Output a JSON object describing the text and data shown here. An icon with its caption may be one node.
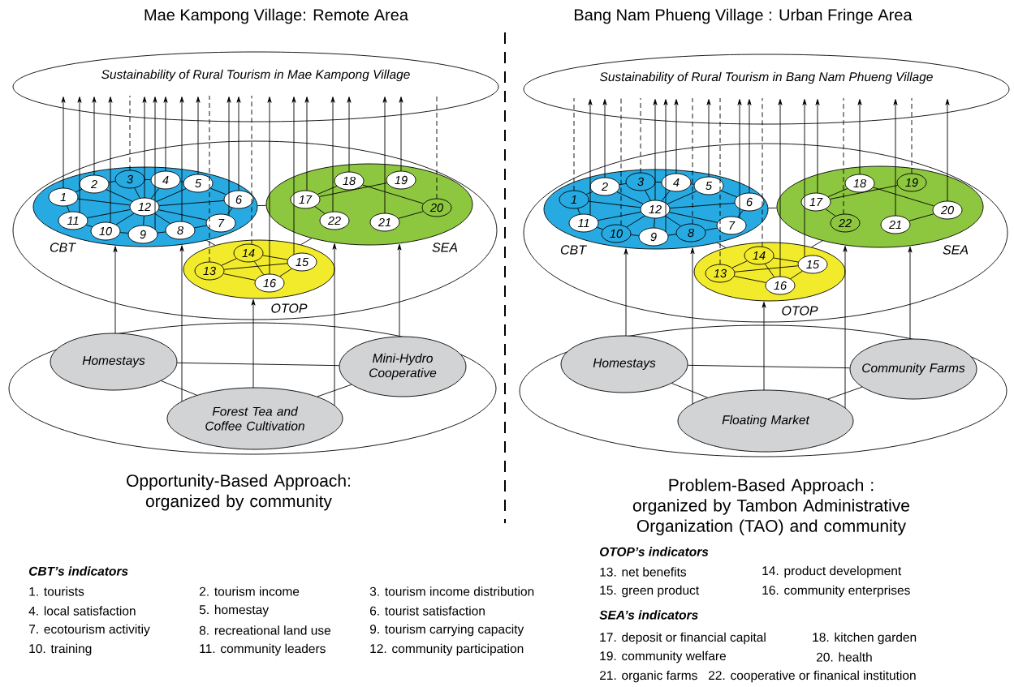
{
  "diagram": {
    "nodes": [
      {
        "text": [
          "Sustainability of Rural Tourism in Mae Kampong Village"
        ]
      },
      {
        "text": [],
        "shape": "ellipse"
      },
      {
        "text": [
          "CBT"
        ],
        "in": 1
      },
      {
        "text": [
          "SEA"
        ],
        "in": 1
      },
      {
        "text": [
          "OTOP"
        ],
        "in": 1
      },
      {
        "text": [
          "1"
        ],
        "in": 2
      },
      {
        "text": [
          "2"
        ],
        "in": 2
      },
      {
        "text": [
          "3"
        ],
        "in": 2
      },
      {
        "text": [
          "4"
        ],
        "in": 2
      },
      {
        "text": [
          "5"
        ],
        "in": 2
      },
      {
        "text": [
          "6"
        ],
        "in": 2
      },
      {
        "text": [
          "7"
        ],
        "in": 2
      },
      {
        "text": [
          "8"
        ],
        "in": 2
      },
      {
        "text": [
          "9"
        ],
        "in": 2
      },
      {
        "text": [
          "10"
        ],
        "in": 2
      },
      {
        "text": [
          "11"
        ],
        "in": 2
      },
      {
        "text": [
          "12"
        ],
        "in": 2
      },
      {
        "text": [
          "13"
        ],
        "in": 4
      },
      {
        "text": [
          "14"
        ],
        "in": 4
      },
      {
        "text": [
          "15"
        ],
        "in": 4
      },
      {
        "text": [
          "16"
        ],
        "in": 4
      },
      {
        "text": [
          "17"
        ],
        "in": 3
      },
      {
        "text": [
          "18"
        ],
        "in": 3
      },
      {
        "text": [
          "19"
        ],
        "in": 3
      },
      {
        "text": [
          "20"
        ],
        "in": 3
      },
      {
        "text": [
          "21"
        ],
        "in": 3
      },
      {
        "text": [
          "22"
        ],
        "in": 3
      },
      {
        "text": [],
        "shape": "ellipse"
      },
      {
        "text": [
          "Homestays"
        ],
        "in": 27
      },
      {
        "text": [
          "Forest Tea and Coffee Cultivation"
        ],
        "in": 27
      },
      {
        "text": [
          "Mini-Hydro Cooperative"
        ],
        "in": 27
      },
      {
        "text": [
          "Sustainability of Rural Tourism in Bang Nam Phueng Village"
        ]
      },
      {
        "text": [],
        "shape": "ellipse"
      },
      {
        "text": [
          "CBT"
        ],
        "in": 32
      },
      {
        "text": [
          "SEA"
        ],
        "in": 32
      },
      {
        "text": [
          "OTOP"
        ],
        "in": 32
      },
      {
        "text": [
          "1"
        ],
        "in": 33
      },
      {
        "text": [
          "2"
        ],
        "in": 33
      },
      {
        "text": [
          "3"
        ],
        "in": 33
      },
      {
        "text": [
          "4"
        ],
        "in": 33
      },
      {
        "text": [
          "5"
        ],
        "in": 33
      },
      {
        "text": [
          "6"
        ],
        "in": 33
      },
      {
        "text": [
          "7"
        ],
        "in": 33
      },
      {
        "text": [
          "8"
        ],
        "in": 33
      },
      {
        "text": [
          "9"
        ],
        "in": 33
      },
      {
        "text": [
          "10"
        ],
        "in": 33
      },
      {
        "text": [
          "11"
        ],
        "in": 33
      },
      {
        "text": [
          "12"
        ],
        "in": 33
      },
      {
        "text": [
          "13"
        ],
        "in": 35
      },
      {
        "text": [
          "14"
        ],
        "in": 35
      },
      {
        "text": [
          "15"
        ],
        "in": 35
      },
      {
        "text": [
          "16"
        ],
        "in": 35
      },
      {
        "text": [
          "17"
        ],
        "in": 34
      },
      {
        "text": [
          "18"
        ],
        "in": 34
      },
      {
        "text": [
          "19"
        ],
        "in": 34
      },
      {
        "text": [
          "20"
        ],
        "in": 34
      },
      {
        "text": [
          "21"
        ],
        "in": 34
      },
      {
        "text": [
          "22"
        ],
        "in": 34
      },
      {
        "text": [],
        "shape": "ellipse"
      },
      {
        "text": [
          "Homestays"
        ],
        "in": 58
      },
      {
        "text": [
          "Floating Market"
        ],
        "in": 58
      },
      {
        "text": [
          "Community Farms"
        ],
        "in": 58
      }
    ],
    "edges": [
      {
        "from": 5,
        "to": 0,
        "arrow": "to"
      },
      {
        "from": 6,
        "to": 0,
        "arrow": "to"
      },
      {
        "from": 7,
        "to": 0,
        "arrow": "none",
        "style": "dashed"
      },
      {
        "from": 8,
        "to": 0,
        "arrow": "to"
      },
      {
        "from": 9,
        "to": 0,
        "arrow": "to"
      },
      {
        "from": 10,
        "to": 0,
        "arrow": "to"
      },
      {
        "from": 11,
        "to": 0,
        "arrow": "to"
      },
      {
        "from": 12,
        "to": 0,
        "arrow": "to"
      },
      {
        "from": 13,
        "to": 0,
        "arrow": "to"
      },
      {
        "from": 14,
        "to": 0,
        "arrow": "to"
      },
      {
        "from": 15,
        "to": 0,
        "arrow": "to"
      },
      {
        "from": 16,
        "to": 0,
        "arrow": "to"
      },
      {
        "from": 17,
        "to": 0,
        "arrow": "none",
        "style": "dashed"
      },
      {
        "from": 18,
        "to": 0,
        "arrow": "none",
        "style": "dashed"
      },
      {
        "from": 19,
        "to": 0,
        "arrow": "to"
      },
      {
        "from": 20,
        "to": 0,
        "arrow": "to"
      },
      {
        "from": 21,
        "to": 0,
        "arrow": "to"
      },
      {
        "from": 22,
        "to": 0,
        "arrow": "to"
      },
      {
        "from": 23,
        "to": 0,
        "arrow": "to"
      },
      {
        "from": 24,
        "to": 0,
        "arrow": "none",
        "style": "dashed"
      },
      {
        "from": 25,
        "to": 0,
        "arrow": "to"
      },
      {
        "from": 26,
        "to": 0,
        "arrow": "to"
      },
      {
        "from": 16,
        "to": 5,
        "arrow": "none"
      },
      {
        "from": 16,
        "to": 6,
        "arrow": "none"
      },
      {
        "from": 16,
        "to": 7,
        "arrow": "none"
      },
      {
        "from": 16,
        "to": 8,
        "arrow": "none"
      },
      {
        "from": 16,
        "to": 9,
        "arrow": "none"
      },
      {
        "from": 16,
        "to": 10,
        "arrow": "none"
      },
      {
        "from": 16,
        "to": 11,
        "arrow": "none"
      },
      {
        "from": 16,
        "to": 12,
        "arrow": "none"
      },
      {
        "from": 16,
        "to": 13,
        "arrow": "none"
      },
      {
        "from": 16,
        "to": 14,
        "arrow": "none"
      },
      {
        "from": 16,
        "to": 15,
        "arrow": "none"
      },
      {
        "from": 5,
        "to": 6,
        "arrow": "none"
      },
      {
        "from": 6,
        "to": 7,
        "arrow": "none"
      },
      {
        "from": 7,
        "to": 8,
        "arrow": "none"
      },
      {
        "from": 8,
        "to": 9,
        "arrow": "none"
      },
      {
        "from": 9,
        "to": 10,
        "arrow": "none"
      },
      {
        "from": 10,
        "to": 11,
        "arrow": "none"
      },
      {
        "from": 11,
        "to": 12,
        "arrow": "none"
      },
      {
        "from": 12,
        "to": 13,
        "arrow": "none"
      },
      {
        "from": 13,
        "to": 14,
        "arrow": "none"
      },
      {
        "from": 14,
        "to": 15,
        "arrow": "none"
      },
      {
        "from": 15,
        "to": 5,
        "arrow": "none"
      },
      {
        "from": 21,
        "to": 22,
        "arrow": "none"
      },
      {
        "from": 22,
        "to": 24,
        "arrow": "none"
      },
      {
        "from": 23,
        "to": 21,
        "arrow": "none"
      },
      {
        "from": 21,
        "to": 26,
        "arrow": "none"
      },
      {
        "from": 25,
        "to": 24,
        "arrow": "none"
      },
      {
        "from": 17,
        "to": 18,
        "arrow": "none"
      },
      {
        "from": 18,
        "to": 19,
        "arrow": "none"
      },
      {
        "from": 17,
        "to": 19,
        "arrow": "none"
      },
      {
        "from": 17,
        "to": 20,
        "arrow": "none"
      },
      {
        "from": 18,
        "to": 20,
        "arrow": "none"
      },
      {
        "from": 19,
        "to": 20,
        "arrow": "none"
      },
      {
        "from": 2,
        "to": 3,
        "arrow": "none"
      },
      {
        "from": 2,
        "to": 4,
        "arrow": "none"
      },
      {
        "from": 3,
        "to": 4,
        "arrow": "none"
      },
      {
        "from": 28,
        "to": 2,
        "arrow": "to"
      },
      {
        "from": 29,
        "to": 2,
        "arrow": "to"
      },
      {
        "from": 29,
        "to": 4,
        "arrow": "to"
      },
      {
        "from": 29,
        "to": 3,
        "arrow": "to"
      },
      {
        "from": 30,
        "to": 3,
        "arrow": "to"
      },
      {
        "from": 28,
        "to": 30,
        "arrow": "none"
      },
      {
        "from": 28,
        "to": 29,
        "arrow": "none"
      },
      {
        "from": 29,
        "to": 30,
        "arrow": "none"
      },
      {
        "from": 36,
        "to": 31,
        "arrow": "none",
        "style": "dashed"
      },
      {
        "from": 37,
        "to": 31,
        "arrow": "to"
      },
      {
        "from": 38,
        "to": 31,
        "arrow": "none",
        "style": "dashed"
      },
      {
        "from": 39,
        "to": 31,
        "arrow": "to"
      },
      {
        "from": 40,
        "to": 31,
        "arrow": "to"
      },
      {
        "from": 41,
        "to": 31,
        "arrow": "to"
      },
      {
        "from": 42,
        "to": 31,
        "arrow": "to"
      },
      {
        "from": 43,
        "to": 31,
        "arrow": "none",
        "style": "dashed"
      },
      {
        "from": 44,
        "to": 31,
        "arrow": "to"
      },
      {
        "from": 45,
        "to": 31,
        "arrow": "none",
        "style": "dashed"
      },
      {
        "from": 46,
        "to": 31,
        "arrow": "to"
      },
      {
        "from": 47,
        "to": 31,
        "arrow": "to"
      },
      {
        "from": 48,
        "to": 31,
        "arrow": "none",
        "style": "dashed"
      },
      {
        "from": 49,
        "to": 31,
        "arrow": "none",
        "style": "dashed"
      },
      {
        "from": 50,
        "to": 31,
        "arrow": "to"
      },
      {
        "from": 51,
        "to": 31,
        "arrow": "to"
      },
      {
        "from": 52,
        "to": 31,
        "arrow": "to"
      },
      {
        "from": 53,
        "to": 31,
        "arrow": "to"
      },
      {
        "from": 54,
        "to": 31,
        "arrow": "none",
        "style": "dashed"
      },
      {
        "from": 55,
        "to": 31,
        "arrow": "to"
      },
      {
        "from": 56,
        "to": 31,
        "arrow": "to"
      },
      {
        "from": 57,
        "to": 31,
        "arrow": "none",
        "style": "dashed"
      },
      {
        "from": 47,
        "to": 36,
        "arrow": "none"
      },
      {
        "from": 47,
        "to": 37,
        "arrow": "none"
      },
      {
        "from": 47,
        "to": 38,
        "arrow": "none"
      },
      {
        "from": 47,
        "to": 39,
        "arrow": "none"
      },
      {
        "from": 47,
        "to": 40,
        "arrow": "none"
      },
      {
        "from": 47,
        "to": 41,
        "arrow": "none"
      },
      {
        "from": 47,
        "to": 42,
        "arrow": "none"
      },
      {
        "from": 47,
        "to": 43,
        "arrow": "none"
      },
      {
        "from": 47,
        "to": 44,
        "arrow": "none"
      },
      {
        "from": 47,
        "to": 45,
        "arrow": "none"
      },
      {
        "from": 47,
        "to": 46,
        "arrow": "none"
      },
      {
        "from": 36,
        "to": 37,
        "arrow": "none"
      },
      {
        "from": 37,
        "to": 38,
        "arrow": "none"
      },
      {
        "from": 38,
        "to": 39,
        "arrow": "none"
      },
      {
        "from": 39,
        "to": 40,
        "arrow": "none"
      },
      {
        "from": 40,
        "to": 41,
        "arrow": "none"
      },
      {
        "from": 41,
        "to": 42,
        "arrow": "none"
      },
      {
        "from": 42,
        "to": 43,
        "arrow": "none"
      },
      {
        "from": 43,
        "to": 44,
        "arrow": "none"
      },
      {
        "from": 44,
        "to": 45,
        "arrow": "none"
      },
      {
        "from": 45,
        "to": 46,
        "arrow": "none"
      },
      {
        "from": 46,
        "to": 36,
        "arrow": "none"
      },
      {
        "from": 52,
        "to": 53,
        "arrow": "none"
      },
      {
        "from": 53,
        "to": 55,
        "arrow": "none"
      },
      {
        "from": 54,
        "to": 52,
        "arrow": "none"
      },
      {
        "from": 52,
        "to": 57,
        "arrow": "none"
      },
      {
        "from": 56,
        "to": 55,
        "arrow": "none"
      },
      {
        "from": 48,
        "to": 49,
        "arrow": "none"
      },
      {
        "from": 49,
        "to": 50,
        "arrow": "none"
      },
      {
        "from": 48,
        "to": 50,
        "arrow": "none"
      },
      {
        "from": 48,
        "to": 51,
        "arrow": "none"
      },
      {
        "from": 49,
        "to": 51,
        "arrow": "none"
      },
      {
        "from": 50,
        "to": 51,
        "arrow": "none"
      },
      {
        "from": 33,
        "to": 34,
        "arrow": "none"
      },
      {
        "from": 33,
        "to": 35,
        "arrow": "none"
      },
      {
        "from": 34,
        "to": 35,
        "arrow": "none"
      },
      {
        "from": 59,
        "to": 33,
        "arrow": "to"
      },
      {
        "from": 60,
        "to": 33,
        "arrow": "to"
      },
      {
        "from": 60,
        "to": 35,
        "arrow": "to"
      },
      {
        "from": 60,
        "to": 34,
        "arrow": "to"
      },
      {
        "from": 61,
        "to": 34,
        "arrow": "to"
      },
      {
        "from": 59,
        "to": 61,
        "arrow": "none"
      },
      {
        "from": 59,
        "to": 60,
        "arrow": "none"
      },
      {
        "from": 60,
        "to": 61,
        "arrow": "none"
      }
    ],
    "labels": [
      "Mae Kampong Village: Remote Area",
      "Bang Nam Phueng Village : Urban Fringe Area",
      "Opportunity-Based Approach: organized by community",
      "Problem-Based Approach : organized by Tambon Administrative Organization (TAO) and community",
      "CBT’s indicators",
      "1. tourists",
      "2. tourism income",
      "3. tourism income distribution",
      "4. local satisfaction",
      "5. homestay",
      "6. tourist satisfaction",
      "7. ecotourism activitiy",
      "8. recreational land use",
      "9. tourism carrying capacity",
      "10. training",
      "11. community leaders",
      "12. community participation",
      "OTOP’s indicators",
      "13. net benefits",
      "14. product development",
      "15. green product",
      "16. community enterprises",
      "SEA’s indicators",
      "17. deposit or financial capital",
      "18. kitchen garden",
      "19. community welfare",
      "20. health",
      "21. organic farms",
      "22. cooperative or finanical institution"
    ]
  }
}
